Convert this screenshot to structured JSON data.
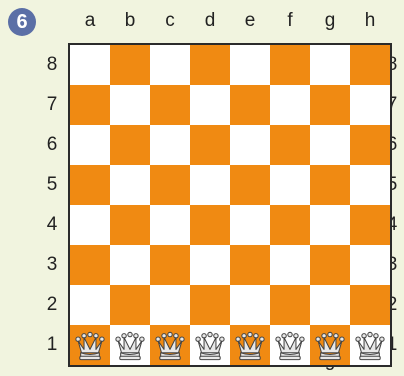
{
  "badge": "6",
  "files": [
    "a",
    "b",
    "c",
    "d",
    "e",
    "f",
    "g",
    "h"
  ],
  "ranks": [
    "8",
    "7",
    "6",
    "5",
    "4",
    "3",
    "2",
    "1"
  ],
  "colors": {
    "dark_square": "#f08a12",
    "light_square": "#ffffff",
    "background": "#f1f4df",
    "badge": "#5b6fa6"
  },
  "pieces": [
    {
      "square": "a1",
      "type": "queen",
      "color": "white"
    },
    {
      "square": "b1",
      "type": "queen",
      "color": "white"
    },
    {
      "square": "c1",
      "type": "queen",
      "color": "white"
    },
    {
      "square": "d1",
      "type": "queen",
      "color": "white"
    },
    {
      "square": "e1",
      "type": "queen",
      "color": "white"
    },
    {
      "square": "f1",
      "type": "queen",
      "color": "white"
    },
    {
      "square": "g1",
      "type": "queen",
      "color": "white"
    },
    {
      "square": "h1",
      "type": "queen",
      "color": "white"
    }
  ]
}
